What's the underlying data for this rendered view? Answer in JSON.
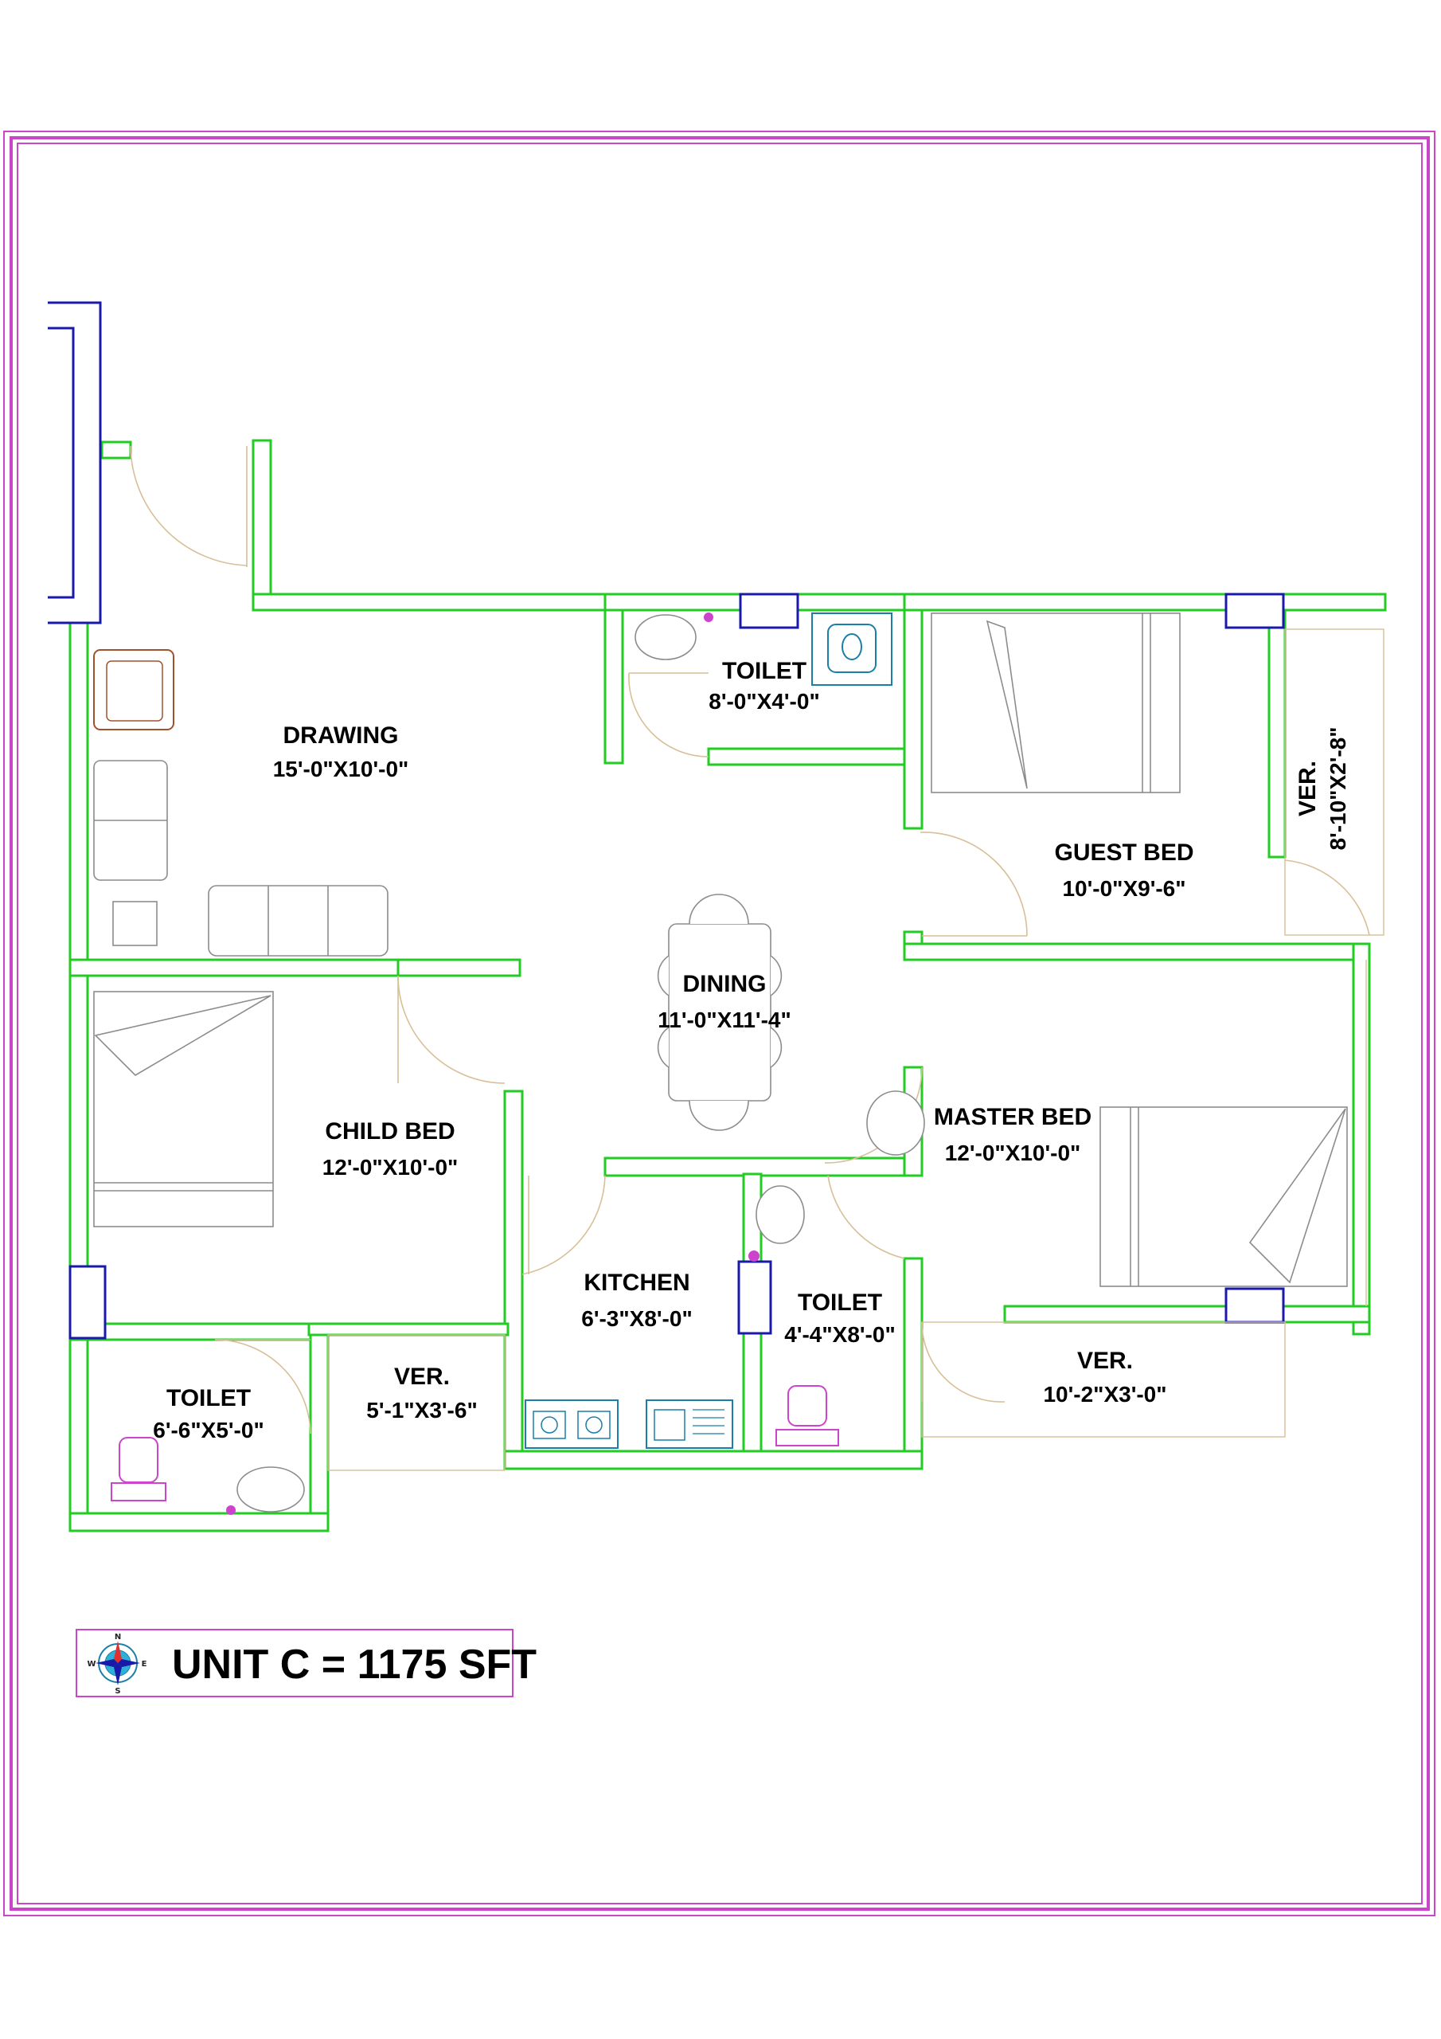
{
  "colors": {
    "wall": "#22cc22",
    "window": "#1a1aa8",
    "border": "#cc44cc",
    "door": "#d8bf97",
    "furniture": "#8c8c8c",
    "sanitary": "#cc44cc",
    "pan": "#1a7fa8",
    "text": "#000000"
  },
  "rooms": [
    {
      "id": "drawing",
      "name": "DRAWING",
      "dim": "15'-0\"X10'-0\""
    },
    {
      "id": "toilet-top",
      "name": "TOILET",
      "dim": "8'-0\"X4'-0\""
    },
    {
      "id": "guest-bed",
      "name": "GUEST BED",
      "dim": "10'-0\"X9'-6\""
    },
    {
      "id": "ver-guest",
      "name": "VER.",
      "dim": "8'-10\"X2'-8\""
    },
    {
      "id": "dining",
      "name": "DINING",
      "dim": "11'-0\"X11'-4\""
    },
    {
      "id": "master-bed",
      "name": "MASTER BED",
      "dim": "12'-0\"X10'-0\""
    },
    {
      "id": "child-bed",
      "name": "CHILD BED",
      "dim": "12'-0\"X10'-0\""
    },
    {
      "id": "kitchen",
      "name": "KITCHEN",
      "dim": "6'-3\"X8'-0\""
    },
    {
      "id": "toilet-master",
      "name": "TOILET",
      "dim": "4'-4\"X8'-0\""
    },
    {
      "id": "toilet-child",
      "name": "TOILET",
      "dim": "6'-6\"X5'-0\""
    },
    {
      "id": "ver-child",
      "name": "VER.",
      "dim": "5'-1\"X3'-6\""
    },
    {
      "id": "ver-master",
      "name": "VER.",
      "dim": "10'-2\"X3'-0\""
    }
  ],
  "summary": "UNIT C = 1175 SFT",
  "compass": {
    "north": "N",
    "south": "S",
    "east": "E",
    "west": "W"
  },
  "icons": [
    "compass-rose-icon",
    "sofa-icon",
    "bed-icon",
    "dining-table-icon",
    "wash-basin-icon",
    "commode-icon",
    "indian-pan-icon",
    "stove-icon",
    "kitchen-sink-icon",
    "tap-icon"
  ]
}
